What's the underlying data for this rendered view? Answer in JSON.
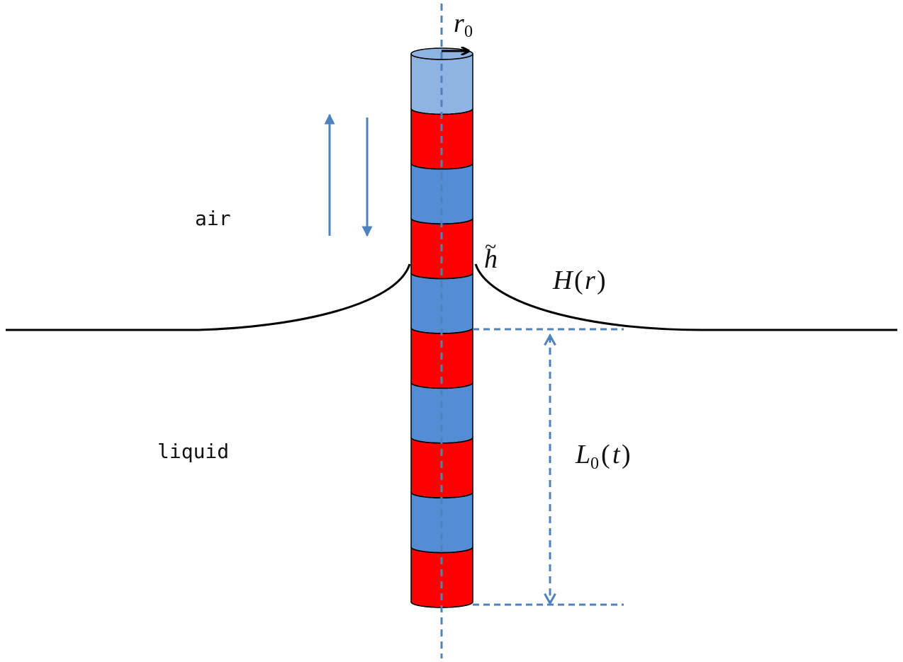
{
  "labels": {
    "air": "air",
    "liquid": "liquid"
  },
  "symbols": {
    "radius": {
      "main": "r",
      "sub": "0"
    },
    "contact_height": {
      "main": "h",
      "accent": "~"
    },
    "surface_profile": {
      "prefix": "H",
      "open": "(",
      "var": "r",
      "close": ")"
    },
    "immersion_length": {
      "main": "L",
      "sub": "0",
      "open": "(",
      "var": "t",
      "close": ")"
    }
  },
  "colors": {
    "background": "#ffffff",
    "rod_light_blue": "#8fb4e3",
    "rod_blue": "#548dd4",
    "rod_red": "#ff0000",
    "outline": "#000000",
    "guide_blue": "#4f81bd",
    "arrow_blue": "#4f81bd",
    "surface": "#000000"
  },
  "rod": {
    "segments": [
      "light-blue",
      "red",
      "blue",
      "red",
      "blue",
      "red",
      "blue",
      "red",
      "blue",
      "red"
    ]
  },
  "icons": {
    "up_arrow": "arrow-up-icon",
    "down_arrow": "arrow-down-icon",
    "radius_arrow": "arrow-right-icon",
    "dimension_arrow": "double-arrow-vertical-icon"
  }
}
